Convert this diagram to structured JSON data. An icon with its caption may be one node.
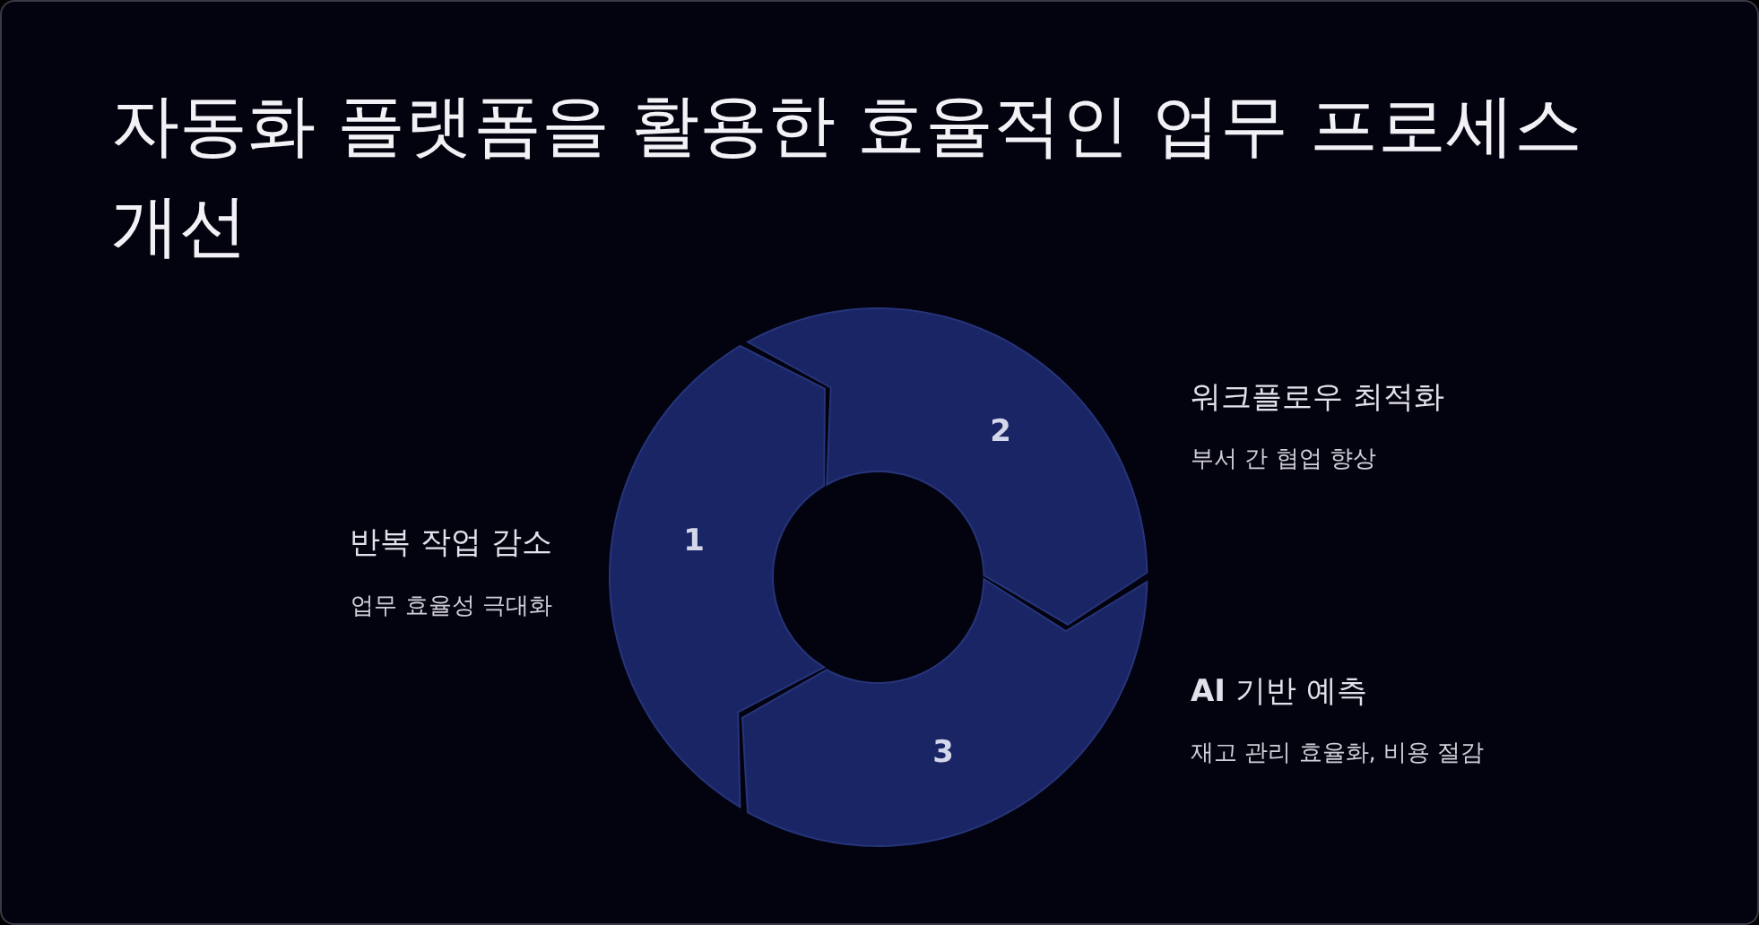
{
  "diagram": {
    "title": "자동화 플랫폼을 활용한 효율적인 업무 프로세스 개선",
    "nodes": [
      {
        "text": [
          "1"
        ],
        "beside": [
          "반복 작업 감소",
          "업무 효율성 극대화"
        ]
      },
      {
        "text": [
          "2"
        ],
        "beside": [
          "워크플로우 최적화",
          "부서 간 협업 향상"
        ]
      },
      {
        "text": [
          "3"
        ],
        "beside": [
          "**AI** 기반 예측",
          "재고 관리 효율화, 비용 절감"
        ]
      }
    ]
  }
}
